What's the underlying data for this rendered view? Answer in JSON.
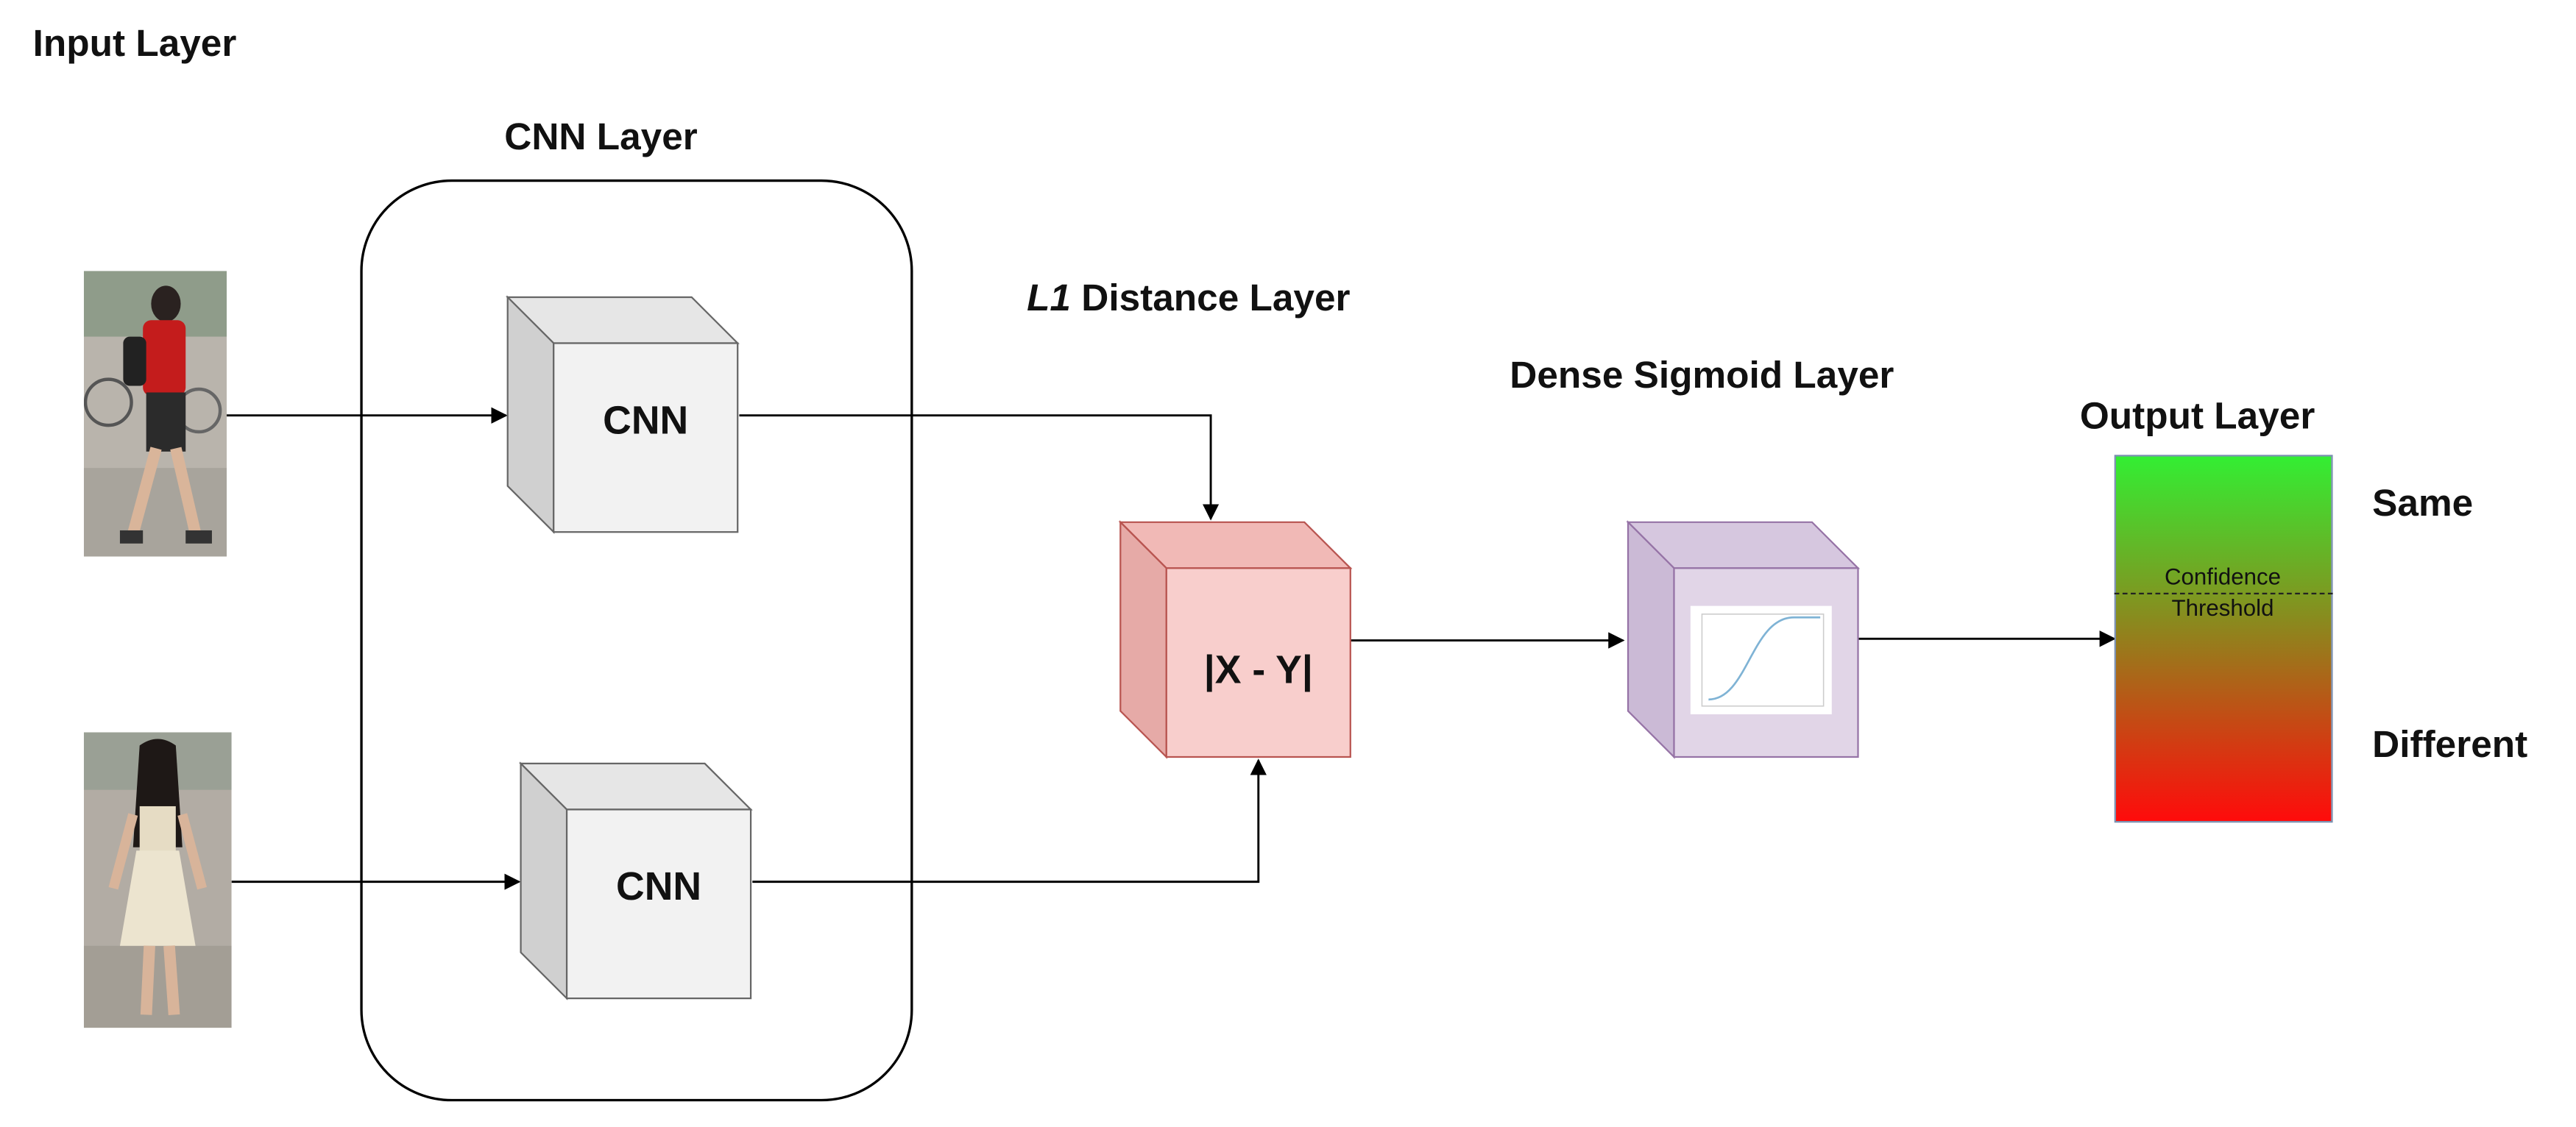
{
  "labels": {
    "input_layer": "Input Layer",
    "cnn_layer": "CNN Layer",
    "l1_italic": "L1",
    "distance_layer": " Distance Layer",
    "dense_sigmoid_layer": "Dense Sigmoid Layer",
    "output_layer": "Output Layer"
  },
  "cnn_blocks": [
    "CNN",
    "CNN"
  ],
  "distance_block": "|X - Y|",
  "output": {
    "top_label": "Same",
    "bottom_label": "Different",
    "threshold_line1": "Confidence",
    "threshold_line2": "Threshold"
  },
  "icons": {
    "inputs": [
      "person-photo-icon",
      "person-photo-icon"
    ],
    "sigmoid": "sigmoid-curve-icon"
  },
  "colors": {
    "cnn_block": "#f2f2f2",
    "distance_block": "#f8cecc",
    "sigmoid_block": "#e1d5e7",
    "output_top": "#33ee33",
    "output_bottom": "#ff0b0b"
  }
}
